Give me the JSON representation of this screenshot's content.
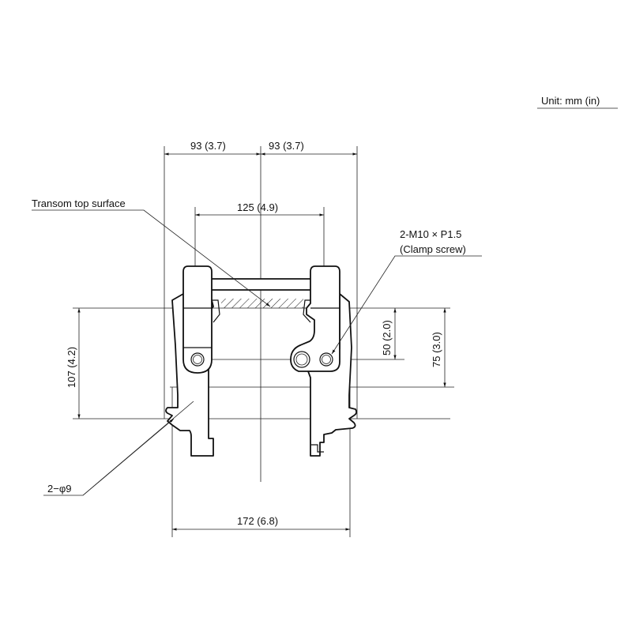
{
  "unit_label": "Unit: mm (in)",
  "dimensions": {
    "left_half_width": "93 (3.7)",
    "right_half_width": "93 (3.7)",
    "inner_width": "125 (4.9)",
    "total_width": "172 (6.8)",
    "height_107": "107 (4.2)",
    "height_50": "50 (2.0)",
    "height_75": "75 (3.0)"
  },
  "callouts": {
    "transom": "Transom top surface",
    "clamp_screw_line1": "2-M10 × P1.5",
    "clamp_screw_line2": "(Clamp screw)",
    "holes": "2−φ9"
  }
}
